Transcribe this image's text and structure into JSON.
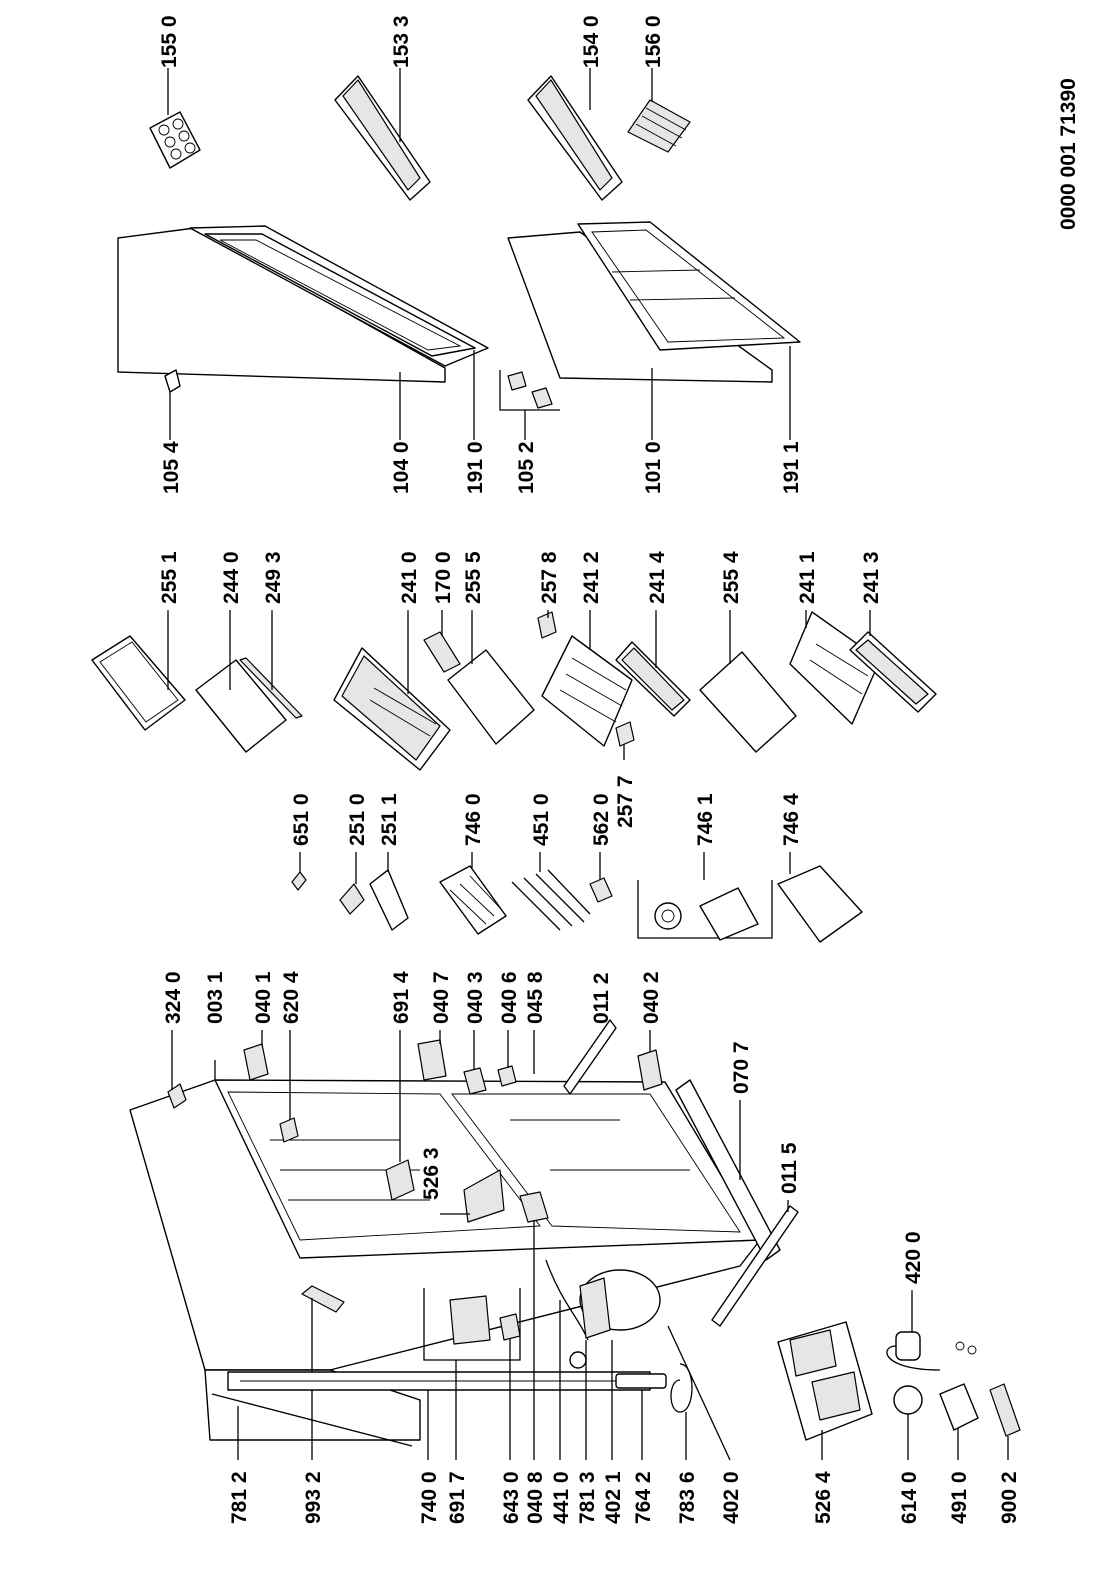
{
  "document_code": "0000 001 71390",
  "labels": {
    "p1550": "155 0",
    "p1533": "153 3",
    "p1540": "154 0",
    "p1560": "156 0",
    "p1054": "105 4",
    "p1040": "104 0",
    "p1910": "191 0",
    "p1052": "105 2",
    "p1010": "101 0",
    "p1911": "191 1",
    "p2551": "255 1",
    "p2440": "244 0",
    "p2493": "249 3",
    "p2410": "241 0",
    "p1700": "170 0",
    "p2555": "255 5",
    "p2578": "257 8",
    "p2412": "241 2",
    "p2414": "241 4",
    "p2577": "257 7",
    "p2554": "255 4",
    "p2411": "241 1",
    "p2413": "241 3",
    "p6510": "651 0",
    "p2510": "251 0",
    "p2511": "251 1",
    "p7460": "746 0",
    "p4510": "451 0",
    "p5620": "562 0",
    "p7461": "746 1",
    "p7464": "746 4",
    "p3240": "324 0",
    "p0031": "003 1",
    "p0401": "040 1",
    "p6204": "620 4",
    "p6914": "691 4",
    "p0407": "040 7",
    "p0403": "040 3",
    "p0406": "040 6",
    "p0458": "045 8",
    "p0112": "011 2",
    "p0402": "040 2",
    "p0707": "070 7",
    "p0115": "011 5",
    "p5263": "526 3",
    "p4200": "420 0",
    "p7812": "781 2",
    "p9932": "993 2",
    "p7400": "740 0",
    "p6917": "691 7",
    "p6430": "643 0",
    "p0408": "040 8",
    "p4410": "441 0",
    "p7813": "781 3",
    "p4021": "402 1",
    "p7642": "764 2",
    "p7836": "783 6",
    "p4020": "402 0",
    "p5264": "526 4",
    "p6140": "614 0",
    "p4910": "491 0",
    "p9002": "900 2"
  }
}
